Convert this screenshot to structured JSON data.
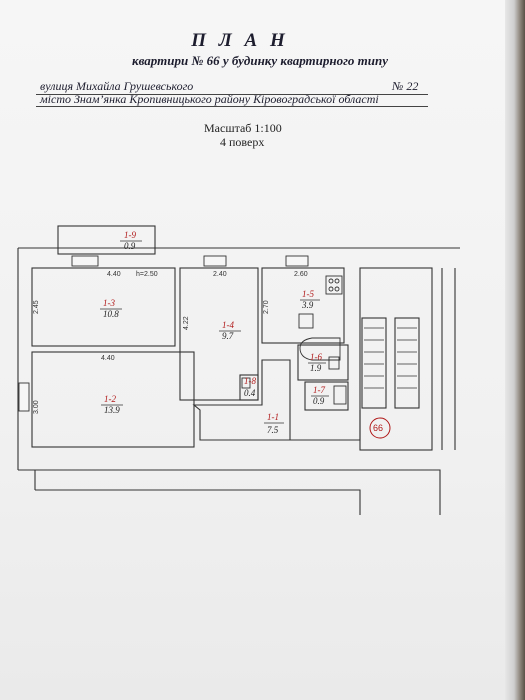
{
  "header": {
    "title": "П Л А Н",
    "subtitle": "квартири  №  66  у будинку квартирного типу",
    "street_label": "вулиця  Михайла Грушевського",
    "house_number": "№  22",
    "city_line": "місто Знам’янка  Кропивницького району  Кіровоградської області",
    "scale": "Масштаб 1:100",
    "floor": "4 поверх"
  },
  "rooms": [
    {
      "id": "1-9",
      "area": "0.9"
    },
    {
      "id": "1-3",
      "area": "10.8"
    },
    {
      "id": "1-2",
      "area": "13.9"
    },
    {
      "id": "1-4",
      "area": "9.7"
    },
    {
      "id": "1-5",
      "area": "3.9"
    },
    {
      "id": "1-6",
      "area": "1.9"
    },
    {
      "id": "1-7",
      "area": "0.9"
    },
    {
      "id": "1-8",
      "area": "0.4"
    },
    {
      "id": "1-1",
      "area": "7.5"
    }
  ],
  "dimensions": {
    "d440a": "4.40",
    "d250": "h=2.50",
    "d240": "2.40",
    "d260": "2.60",
    "d245": "2.45",
    "d422": "4.22",
    "d270": "2.70",
    "d440b": "4.40",
    "d300": "3.00"
  },
  "apartment_badge": "66"
}
